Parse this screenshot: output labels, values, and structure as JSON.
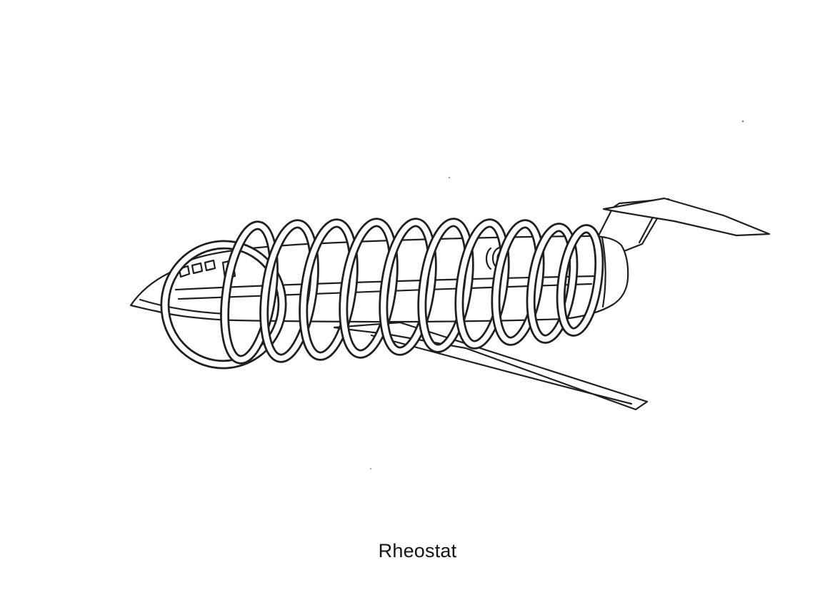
{
  "page": {
    "background_color": "#ffffff",
    "caption": "Rheostat"
  },
  "illustration": {
    "description": "Black ink line drawing of a jet airplane (swept wing, T-tail, rear engine nacelle) with a long wire coil wound around its fuselage, captioned as a rheostat",
    "ink_color": "#1f1f1f",
    "paper_color": "#ffffff",
    "coil_turn_count": 11
  }
}
